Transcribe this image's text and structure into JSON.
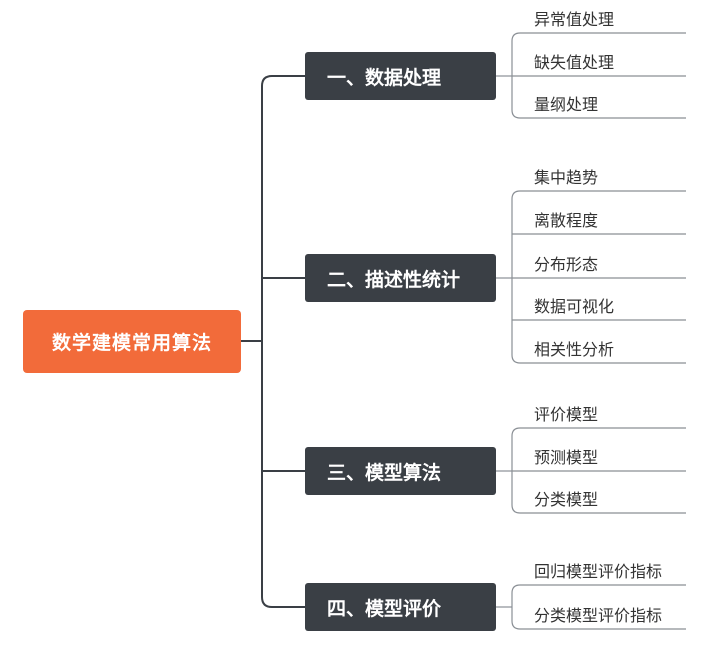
{
  "diagram": {
    "root": "数学建模常用算法",
    "branches": [
      {
        "label": "一、数据处理",
        "children": [
          "异常值处理",
          "缺失值处理",
          "量纲处理"
        ]
      },
      {
        "label": "二、描述性统计",
        "children": [
          "集中趋势",
          "离散程度",
          "分布形态",
          "数据可视化",
          "相关性分析"
        ]
      },
      {
        "label": "三、模型算法",
        "children": [
          "评价模型",
          "预测模型",
          "分类模型"
        ]
      },
      {
        "label": "四、模型评价",
        "children": [
          "回归模型评价指标",
          "分类模型评价指标"
        ]
      }
    ]
  },
  "colors": {
    "root_bg": "#f26b3a",
    "branch_bg": "#3a3f45",
    "connector": "#3a3f45",
    "leaf_connector": "#8a8f95",
    "leaf_text": "#333333"
  }
}
